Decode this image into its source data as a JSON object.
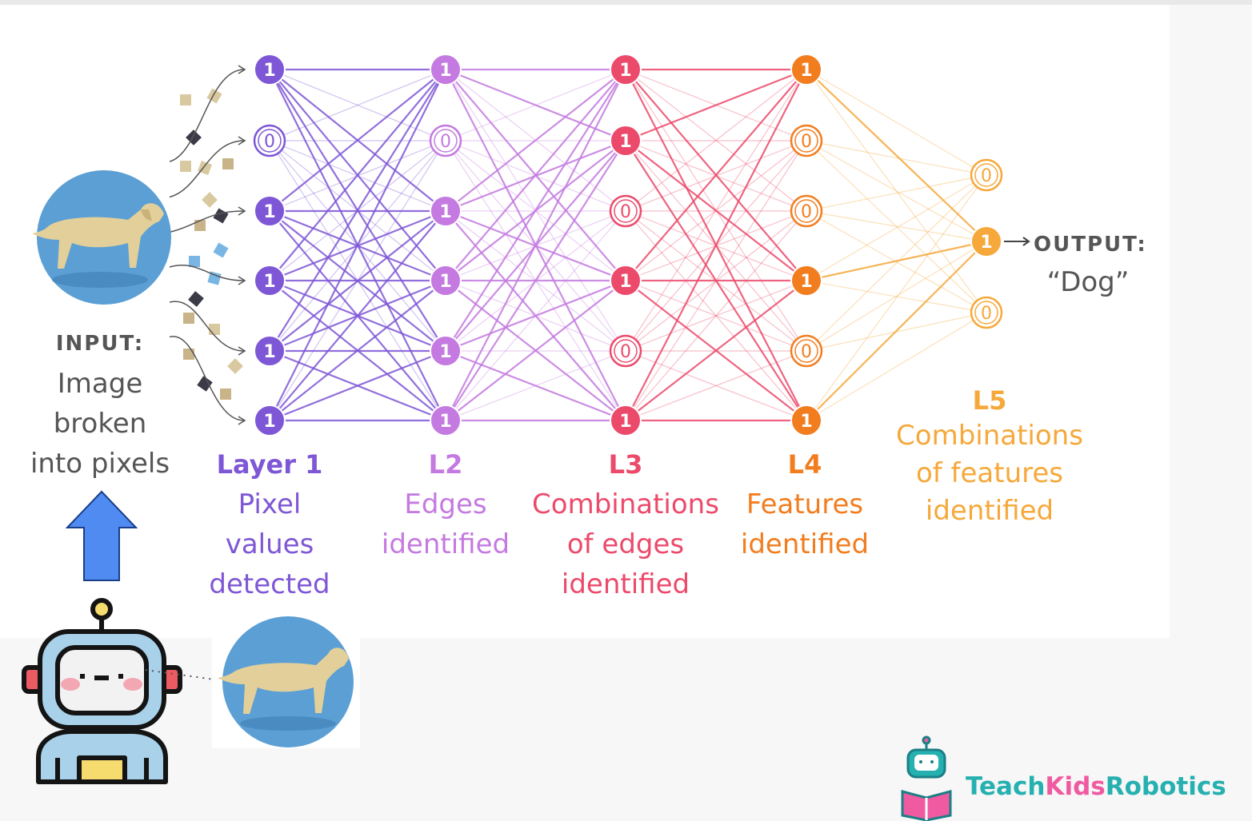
{
  "input": {
    "title": "INPUT:",
    "description": "Image\nbroken\ninto pixels"
  },
  "layers": [
    {
      "title": "Layer 1",
      "description": "Pixel\nvalues\ndetected",
      "color": "#7e57d6",
      "values": [
        "1",
        "0",
        "1",
        "1",
        "1",
        "1"
      ]
    },
    {
      "title": "L2",
      "description": "Edges\nidentified",
      "color": "#c47ae0",
      "values": [
        "1",
        "0",
        "1",
        "1",
        "1",
        "1"
      ]
    },
    {
      "title": "L3",
      "description": "Combinations\nof edges\nidentified",
      "color": "#ec4a6b",
      "values": [
        "1",
        "1",
        "0",
        "1",
        "0",
        "1"
      ]
    },
    {
      "title": "L4",
      "description": "Features\nidentified",
      "color": "#f27d1f",
      "values": [
        "1",
        "0",
        "0",
        "1",
        "0",
        "1"
      ]
    },
    {
      "title": "L5",
      "description": "Combinations\nof features\nidentified",
      "color": "#f6a83a",
      "values": [
        "0",
        "1",
        "0"
      ]
    }
  ],
  "output": {
    "title": "OUTPUT:",
    "value": "“Dog”"
  },
  "brand": {
    "part1": "Teach ",
    "part2": "Kids",
    "part3": " Robotics",
    "color1": "#26b0b0",
    "color2": "#f05aa0"
  },
  "icons": [
    "dog-input-image",
    "dog-robot-image",
    "robot-mascot-icon",
    "up-arrow-icon",
    "brand-logo-icon"
  ]
}
